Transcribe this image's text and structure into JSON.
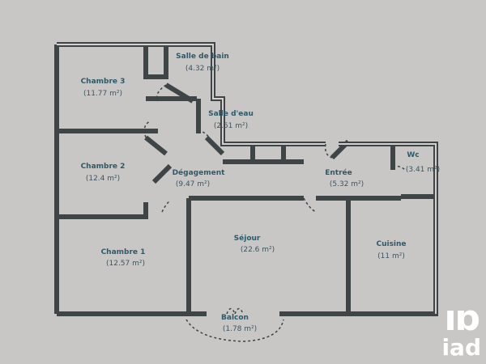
{
  "rooms": [
    {
      "name": "Chambre 3",
      "area": "(11.77 m²)"
    },
    {
      "name": "Salle de bain",
      "area": "(4.32 m²)"
    },
    {
      "name": "Salle d'eau",
      "area": "(2.51 m²)"
    },
    {
      "name": "Chambre 2",
      "area": "(12.4 m²)"
    },
    {
      "name": "Dégagement",
      "area": "(9.47 m²)"
    },
    {
      "name": "Entrée",
      "area": "(5.32 m²)"
    },
    {
      "name": "Wc",
      "area": "(3.41 m²)"
    },
    {
      "name": "Chambre 1",
      "area": "(12.57 m²)"
    },
    {
      "name": "Séjour",
      "area": "(22.6 m²)"
    },
    {
      "name": "Cuisine",
      "area": "(11 m²)"
    },
    {
      "name": "Balcon",
      "area": "(1.78 m²)"
    }
  ],
  "logo": {
    "text": "iad",
    "color": "#ffffff"
  },
  "colors": {
    "wall": "#3f4446",
    "paper": "#c8c7c6",
    "label": "#2d5a6a"
  }
}
